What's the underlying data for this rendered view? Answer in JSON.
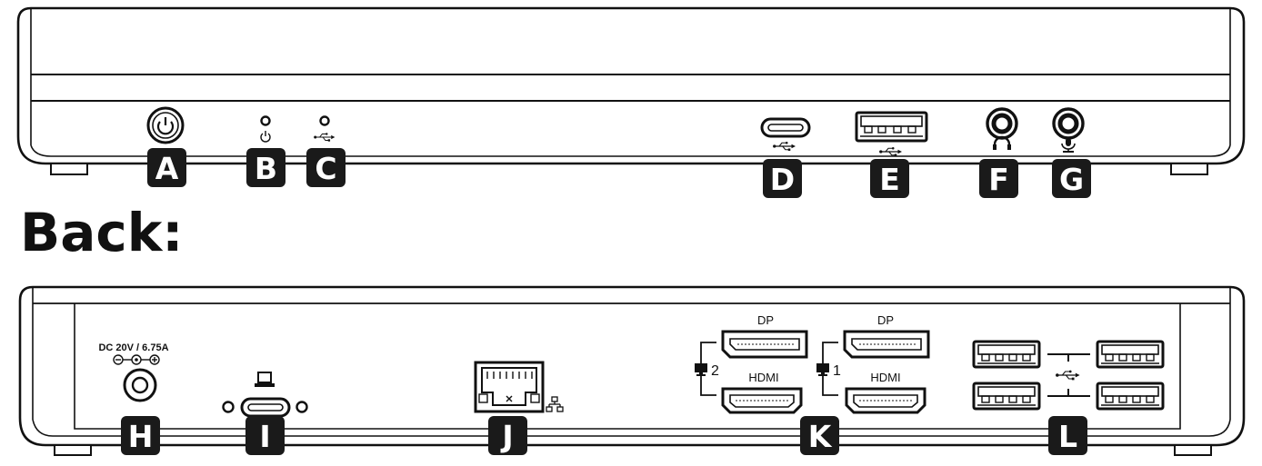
{
  "section_back_title": "Back:",
  "front_callouts": [
    {
      "letter": "A",
      "part": "power-button"
    },
    {
      "letter": "B",
      "part": "power-led"
    },
    {
      "letter": "C",
      "part": "usb-led"
    },
    {
      "letter": "D",
      "part": "usb-c-port"
    },
    {
      "letter": "E",
      "part": "usb-a-port"
    },
    {
      "letter": "F",
      "part": "headphone-jack"
    },
    {
      "letter": "G",
      "part": "microphone-jack"
    }
  ],
  "back_callouts": [
    {
      "letter": "H",
      "part": "dc-input"
    },
    {
      "letter": "I",
      "part": "host-usb-c-port"
    },
    {
      "letter": "J",
      "part": "ethernet-port"
    },
    {
      "letter": "K",
      "part": "video-outputs"
    },
    {
      "letter": "L",
      "part": "usb-a-ports"
    }
  ],
  "labels": {
    "dc_rating": "DC 20V / 6.75A",
    "dp_1": "DP",
    "hdmi_1": "HDMI",
    "monitor_1": "1",
    "dp_2": "DP",
    "hdmi_2": "HDMI",
    "monitor_2": "2"
  },
  "icons": {
    "power": "power-icon",
    "usb": "usb-icon",
    "headphone": "headphone-icon",
    "microphone": "microphone-icon",
    "laptop": "laptop-icon",
    "network": "network-icon",
    "monitor": "monitor-icon",
    "dc_polarity": "dc-polarity-icon"
  },
  "colors": {
    "line": "#111111",
    "badge": "#1a1a1a",
    "background": "#ffffff"
  }
}
